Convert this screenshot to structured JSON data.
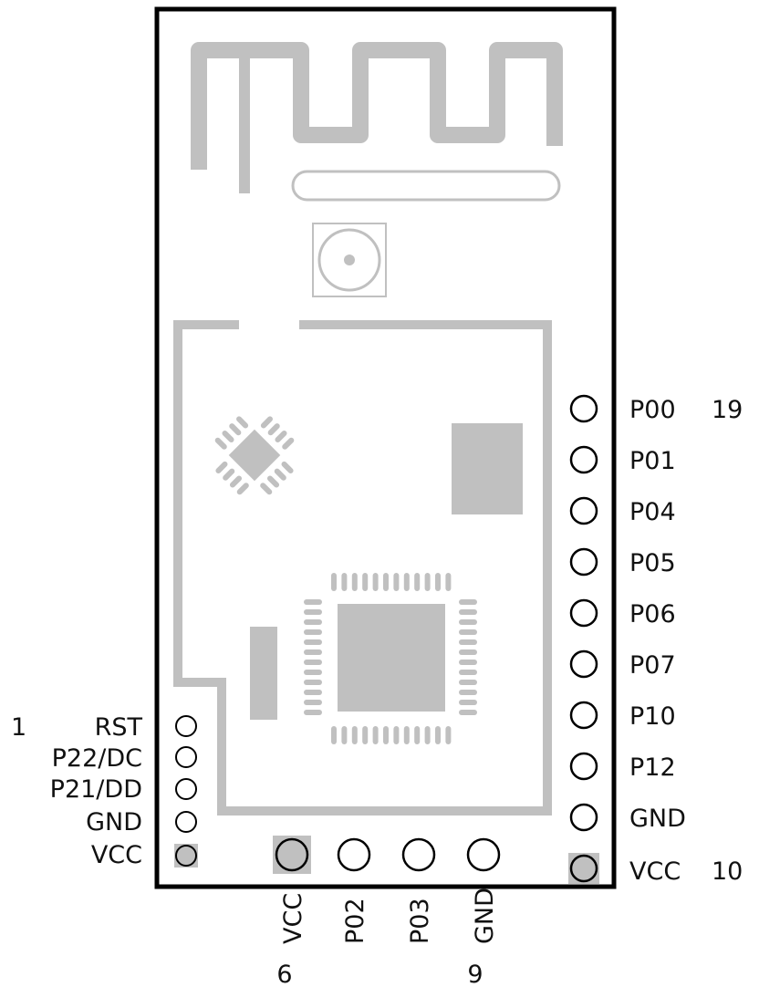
{
  "colors": {
    "outline": "#000000",
    "silkscreen": "#c0c0c0",
    "text": "#111111",
    "background": "#ffffff"
  },
  "left_header": {
    "first_pin_number": "1",
    "pins": [
      "RST",
      "P22/DC",
      "P21/DD",
      "GND",
      "VCC"
    ]
  },
  "right_header": {
    "first_pin_number": "19",
    "last_pin_number": "10",
    "pins": [
      "P00",
      "P01",
      "P04",
      "P05",
      "P06",
      "P07",
      "P10",
      "P12",
      "GND",
      "VCC"
    ]
  },
  "bottom_header": {
    "first_pin_number": "6",
    "last_pin_number": "9",
    "pins": [
      "VCC",
      "P02",
      "P03",
      "GND"
    ]
  }
}
